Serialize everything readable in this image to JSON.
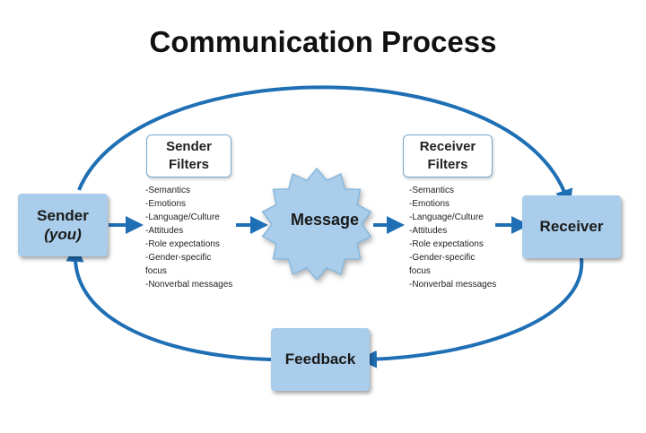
{
  "title": "Communication Process",
  "sender": {
    "line1": "Sender",
    "line2": "(you)"
  },
  "message": {
    "label": "Message"
  },
  "receiver": {
    "label": "Receiver"
  },
  "feedback": {
    "label": "Feedback"
  },
  "sender_filters": {
    "heading_line1": "Sender",
    "heading_line2": "Filters",
    "items": [
      "-Semantics",
      "-Emotions",
      "-Language/Culture",
      "-Attitudes",
      "-Role expectations",
      "-Gender-specific",
      "focus",
      "-Nonverbal messages"
    ]
  },
  "receiver_filters": {
    "heading_line1": "Receiver",
    "heading_line2": "Filters",
    "items": [
      "-Semantics",
      "-Emotions",
      "-Language/Culture",
      "-Attitudes",
      "-Role expectations",
      "-Gender-specific",
      "focus",
      "-Nonverbal messages"
    ]
  },
  "colors": {
    "arrow": "#1f6fb5",
    "node_fill": "#a9cdea",
    "filter_border": "#7aa9cc"
  }
}
